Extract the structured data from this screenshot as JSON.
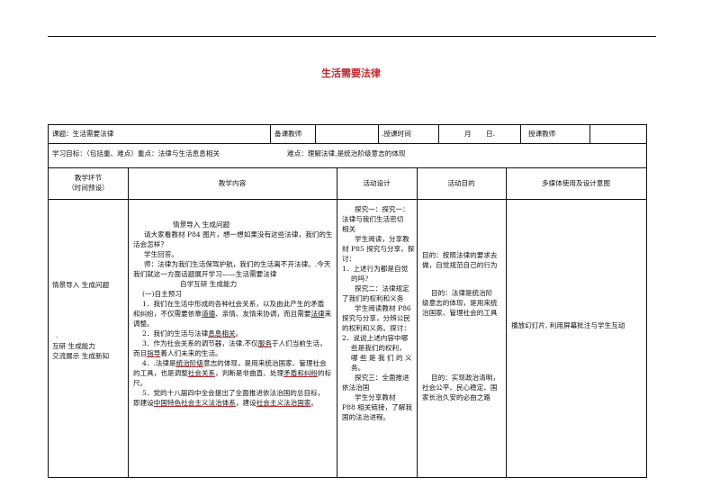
{
  "title": "生活需要法律",
  "header_row": {
    "topic": "课题：生活需要法律",
    "prep_teacher": "备课教师",
    "lesson_time": ".授课时间",
    "month": "月",
    "day": "日.",
    "teaching_teacher": "授课教师"
  },
  "goals_row": {
    "goals": "学习目标：（包括重、难点）重点：法律与生活息息相关",
    "difficulty": "难点：理解法律,是统治阶级意志的体现"
  },
  "columns": {
    "stage_line1": "教学环节",
    "stage_line2": "（时间预设）",
    "content": "教学内容",
    "design": "活动设计",
    "purpose": "活动目的",
    "media": "多媒体使用及设计意图"
  },
  "stages": {
    "intro": "情景导入 生成问题",
    "dot": ".",
    "study_line1": "互研 生成能力",
    "study_line2": "交流展示 生成新知"
  },
  "content_lines": [
    "情景导入 生成问题",
    "请大家看教材 P84 图片，想一想如果没有这些法律，我们的生",
    "活会怎样？",
    "学生回答。",
    "师：法律为我们生活保驾护航，我们的生活离不开法律。.今天",
    "我们就这一方面话题展开学习——生活需要法律",
    "自学互研 生成能力",
    "(一)自主预习",
    "1．我们在生活中形成的各种社会关系，以及由此产生的矛盾",
    "和纠纷，不仅需要依靠",
    "道德",
    "、亲情、友情来协调，而且需要",
    "法律",
    "来",
    "调整。",
    "2．我们的生活与法律",
    "息息相关",
    "。",
    "3．作为社会关系的调节器，法律.不仅",
    "服务",
    "于人们当前生活，",
    "而且",
    "指导",
    "着人们未来的生活。",
    "4．.法律是",
    "统治阶级",
    "意志的体现，是用来统治国家、管理社会",
    "的工具，也是调整",
    "社会关系",
    "，判断是非曲直、处理",
    "矛盾和纠纷",
    "的标",
    "尺。",
    "5．党的十八届四中全会提出了全面推进依法治国的总目标，",
    "即建设",
    "中国特色社会主义法治体系",
    "，建设",
    "社会主义法治国家",
    "。"
  ],
  "design_lines": [
    "探究一：探究一：",
    "法律与我们生活密切",
    "相关",
    "学生阅读，分享教",
    "材 P85 探究与分享，探",
    "讨：",
    "1．上述行为都是自觉",
    "的吗?",
    "探究二：法律规定",
    "了我们的权利和义务",
    "学生阅读教材 P86",
    "探究与分享，分辨公民",
    "的权利和义务。探讨：",
    "2．说说上述内容中哪",
    "些是我们的权利，",
    "哪 些 是 我 们 的 义",
    "务。",
    "探究三：全面推进",
    "依法治国",
    "学生分享教材",
    "P88 相关链接，了解我",
    "国的法治进程。"
  ],
  "purpose_lines": [
    "目的：按照法律的要求去",
    "做，自觉规范自己的行为",
    "目的：法律是统治阶",
    "级意志的体现，是用来统",
    "治国家、管理社会的工具",
    "目的：实现政治清明，",
    "社会公平、民心稳定、国",
    "家长治久安的必由之路"
  ],
  "media_text": "播放幻灯片, 利用屏幕批注与学生互动"
}
